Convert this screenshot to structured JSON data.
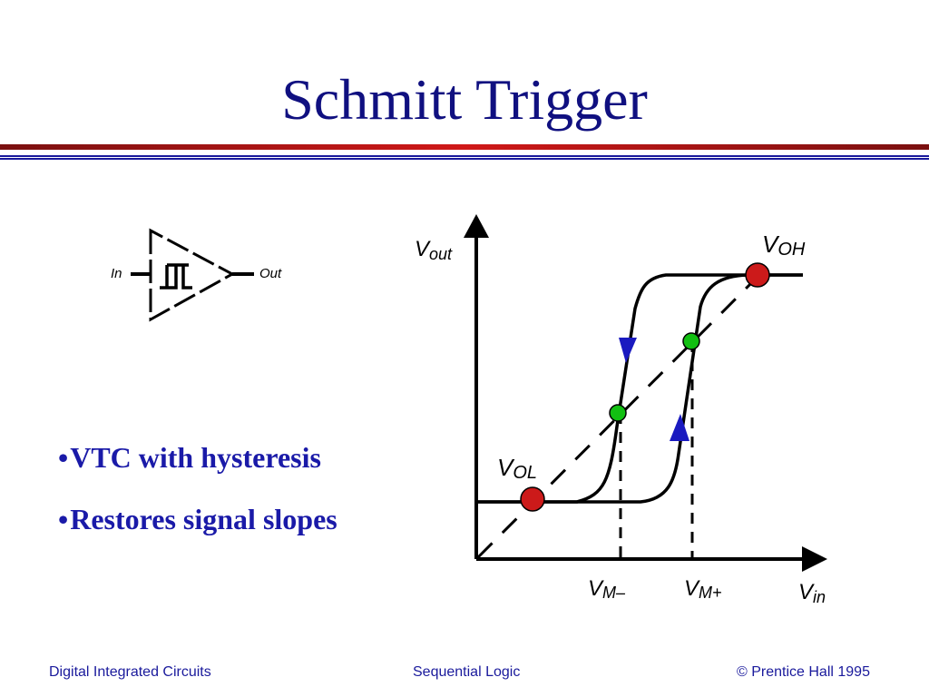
{
  "slide": {
    "title": "Schmitt Trigger",
    "bullets": [
      "VTC with hysteresis",
      "Restores signal slopes"
    ],
    "bullet_marker": "•"
  },
  "symbol": {
    "input_label": "In",
    "output_label": "Out"
  },
  "graph": {
    "y_axis_label": {
      "main": "V",
      "sub": "out"
    },
    "x_axis_label": {
      "main": "V",
      "sub": "in"
    },
    "voh_label": {
      "main": "V",
      "sub": "OH"
    },
    "vol_label": {
      "main": "V",
      "sub": "OL"
    },
    "vm_minus_label": {
      "main": "V",
      "sub": "M–"
    },
    "vm_plus_label": {
      "main": "V",
      "sub": "M+"
    }
  },
  "footer": {
    "left": "Digital Integrated Circuits",
    "center": "Sequential Logic",
    "right": "© Prentice Hall 1995"
  },
  "colors": {
    "title": "#101080",
    "bullet_text": "#1a1aa8",
    "rule_maroon": "#7a1010",
    "rule_red": "#d01818",
    "rule_blue": "#1a1a9c",
    "extreme_point": "#cc1a1a",
    "switching_point": "#12c012",
    "direction_arrow": "#1a1ac0"
  }
}
